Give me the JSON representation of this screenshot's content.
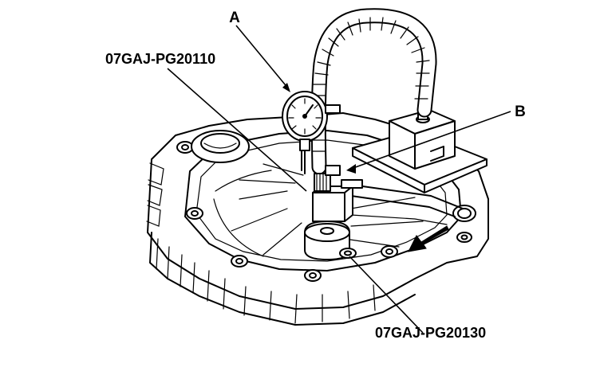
{
  "labels": {
    "gauge": "A",
    "plate": "B",
    "tool_upper": "07GAJ-PG20110",
    "tool_lower": "07GAJ-PG20130"
  }
}
